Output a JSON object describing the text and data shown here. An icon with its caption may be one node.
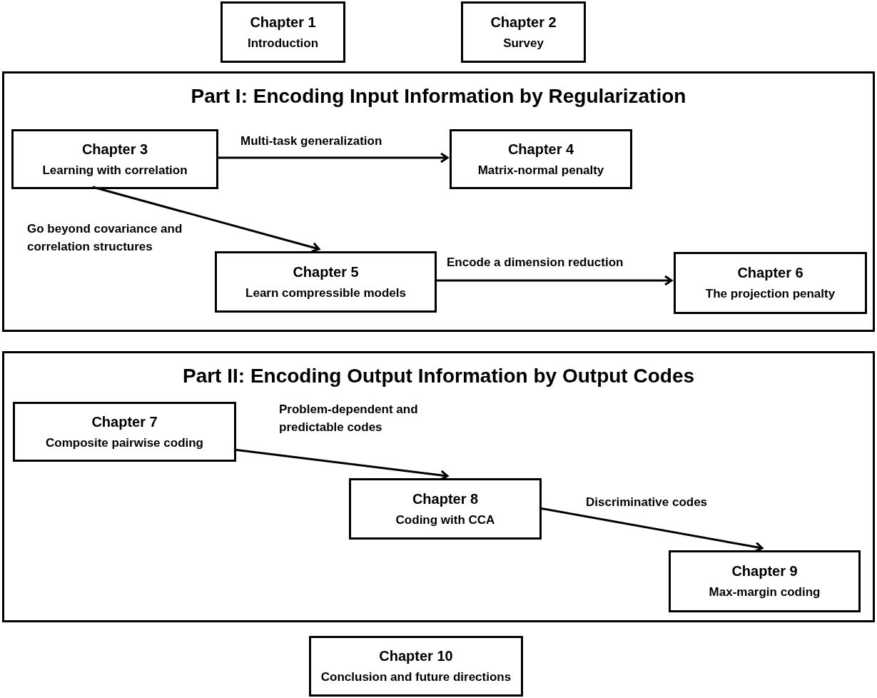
{
  "diagram": {
    "nodes": [
      {
        "text": [
          "Chapter 1",
          "Introduction"
        ]
      },
      {
        "text": [
          "Chapter 2",
          "Survey"
        ]
      },
      {
        "text": [
          "Part I: Encoding Input Information by Regularization"
        ]
      },
      {
        "text": [
          "Chapter 3",
          "Learning with correlation"
        ],
        "in": 2
      },
      {
        "text": [
          "Chapter 4",
          "Matrix-normal penalty"
        ],
        "in": 2
      },
      {
        "text": [
          "Chapter 5",
          "Learn compressible models"
        ],
        "in": 2
      },
      {
        "text": [
          "Chapter 6",
          "The projection penalty"
        ],
        "in": 2
      },
      {
        "text": [
          "Part II: Encoding Output Information by Output Codes"
        ]
      },
      {
        "text": [
          "Chapter 7",
          "Composite pairwise coding"
        ],
        "in": 7
      },
      {
        "text": [
          "Chapter 8",
          "Coding with CCA"
        ],
        "in": 7
      },
      {
        "text": [
          "Chapter 9",
          "Max-margin coding"
        ],
        "in": 7
      },
      {
        "text": [
          "Chapter 10",
          "Conclusion and future directions"
        ]
      }
    ],
    "edges": [
      {
        "from": 3,
        "to": 4,
        "arrow": "to",
        "label": "Multi-task generalization"
      },
      {
        "from": 3,
        "to": 5,
        "arrow": "to",
        "label": "Go beyond covariance and correlation structures"
      },
      {
        "from": 5,
        "to": 6,
        "arrow": "to",
        "label": "Encode a dimension reduction"
      },
      {
        "from": 8,
        "to": 9,
        "arrow": "to",
        "label": "Problem-dependent and predictable codes"
      },
      {
        "from": 9,
        "to": 10,
        "arrow": "to",
        "label": "Discriminative codes"
      }
    ]
  }
}
